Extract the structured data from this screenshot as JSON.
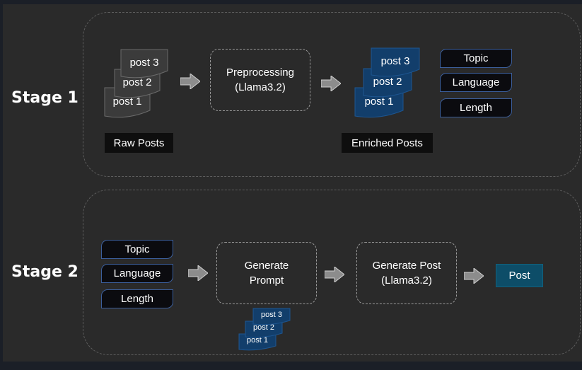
{
  "stage1": {
    "title": "Stage 1",
    "raw_posts": [
      "post 1",
      "post 2",
      "post 3"
    ],
    "raw_label": "Raw Posts",
    "process": "Preprocessing\n(Llama3.2)",
    "enriched_posts": [
      "post 1",
      "post 2",
      "post 3"
    ],
    "enriched_label": "Enriched Posts",
    "attributes": [
      "Topic",
      "Language",
      "Length"
    ]
  },
  "stage2": {
    "title": "Stage 2",
    "attributes": [
      "Topic",
      "Language",
      "Length"
    ],
    "prompt": "Generate\nPrompt",
    "examples": [
      "post 1",
      "post 2",
      "post 3"
    ],
    "generate": "Generate Post\n(Llama3.2)",
    "output": "Post"
  },
  "colors": {
    "raw_doc": "#3b3b3b",
    "enriched_doc": "#123e6b",
    "output": "#0d4d68",
    "arrow": "#8c8c8c"
  }
}
